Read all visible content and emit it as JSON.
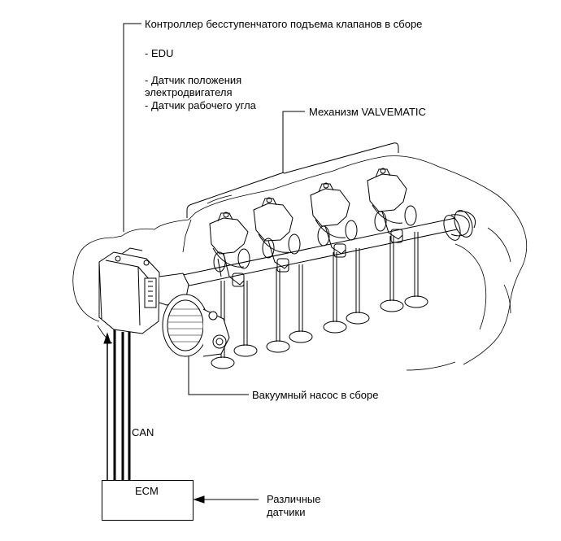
{
  "labels": {
    "controller": "Контроллер бесступенчатого подъема клапанов в сборе",
    "edu": "- EDU",
    "motor_sensor_line1": "- Датчик положения",
    "motor_sensor_line2": "электродвигателя",
    "angle_sensor": "- Датчик рабочего угла",
    "valvematic": "Механизм VALVEMATIC",
    "vacuum_pump": "Вакуумный насос в сборе",
    "can": "CAN",
    "ecm": "ECM",
    "sensors_line1": "Различные",
    "sensors_line2": "датчики"
  }
}
